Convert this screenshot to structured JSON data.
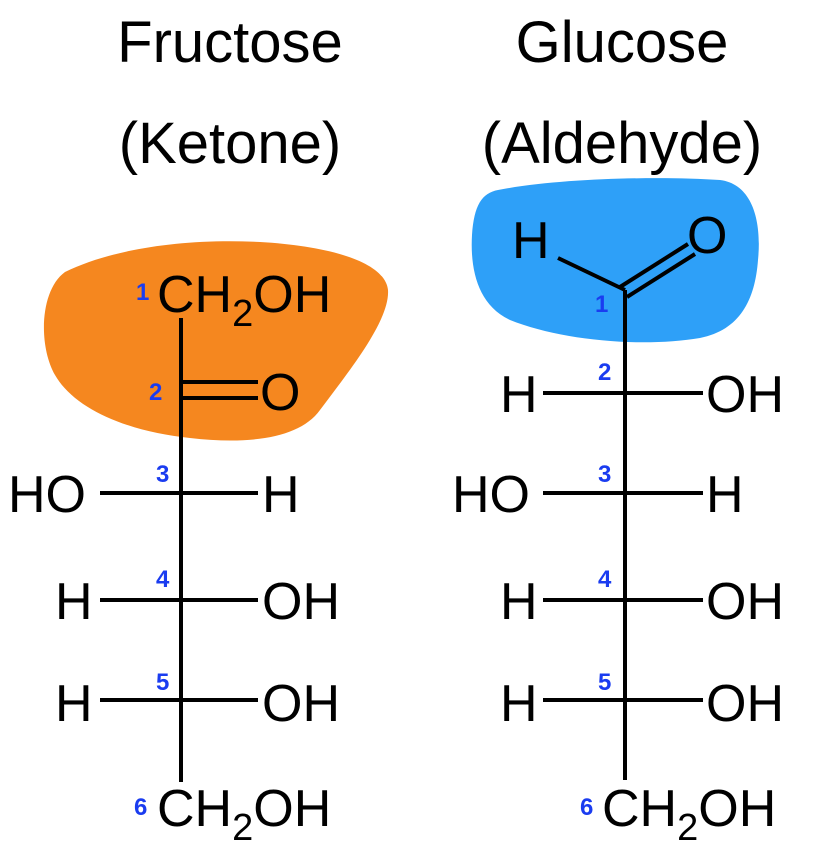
{
  "colors": {
    "ketone_highlight": "#f5871f",
    "aldehyde_highlight": "#2ea0f8",
    "carbon_number": "#1a3cf0",
    "text": "#000000"
  },
  "fructose": {
    "title_line1": "Fructose",
    "title_line2": "(Ketone)",
    "c1": {
      "number": "1",
      "text_a": "CH",
      "subscript": "2",
      "text_b": "OH"
    },
    "c2": {
      "number": "2",
      "right": "O"
    },
    "c3": {
      "number": "3",
      "left": "HO",
      "right": "H"
    },
    "c4": {
      "number": "4",
      "left": "H",
      "right": "OH"
    },
    "c5": {
      "number": "5",
      "left": "H",
      "right": "OH"
    },
    "c6": {
      "number": "6",
      "text_a": "CH",
      "subscript": "2",
      "text_b": "OH"
    }
  },
  "glucose": {
    "title_line1": "Glucose",
    "title_line2": "(Aldehyde)",
    "c1": {
      "number": "1",
      "h": "H",
      "o": "O"
    },
    "c2": {
      "number": "2",
      "left": "H",
      "right": "OH"
    },
    "c3": {
      "number": "3",
      "left": "HO",
      "right": "H"
    },
    "c4": {
      "number": "4",
      "left": "H",
      "right": "OH"
    },
    "c5": {
      "number": "5",
      "left": "H",
      "right": "OH"
    },
    "c6": {
      "number": "6",
      "text_a": "CH",
      "subscript": "2",
      "text_b": "OH"
    }
  }
}
